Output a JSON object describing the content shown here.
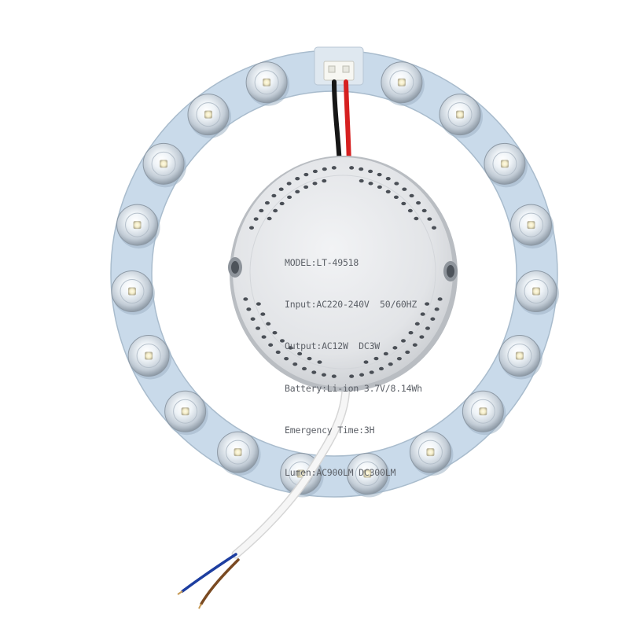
{
  "product_label": {
    "model": "MODEL:LT-49518",
    "input": "Input:AC220-240V  50/60HZ",
    "output": "Output:AC12W  DC3W",
    "battery": "Battery:Li-ion 3.7V/8.14Wh",
    "emergency_time": "Emergency Time:3H",
    "lumen": "Lumen:AC900LM DC300LM"
  },
  "led_count": 18,
  "colors": {
    "ring_board": "#c9daea",
    "driver_housing": "#e4e6e9",
    "wire_red": "#d62020",
    "wire_black": "#161616",
    "wire_blue": "#1d3ea0",
    "wire_brown": "#7a4a22",
    "cable_sheath": "#f6f6f6"
  }
}
